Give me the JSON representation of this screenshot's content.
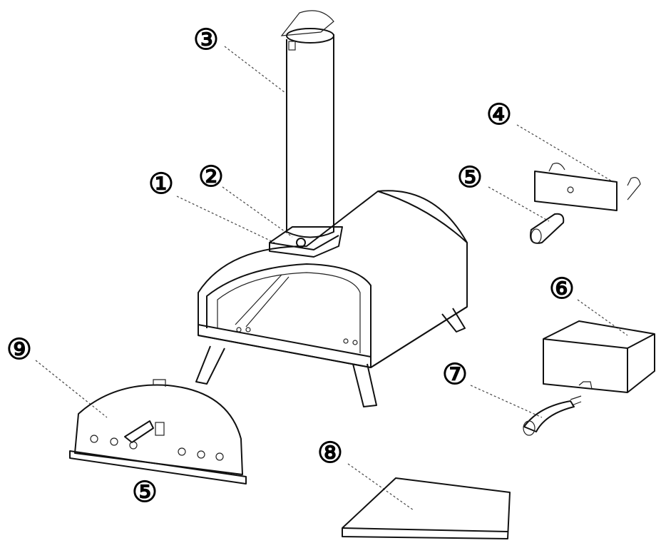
{
  "diagram": {
    "title": "Pizza oven exploded parts view",
    "callouts": {
      "c1": "①",
      "c2": "②",
      "c3": "③",
      "c4": "④",
      "c5a": "⑤",
      "c6": "⑥",
      "c7": "⑦",
      "c8": "⑧",
      "c9": "⑨",
      "c5b": "⑤"
    },
    "parts": [
      "oven-body",
      "chimney-base",
      "chimney",
      "handle-bracket",
      "handle",
      "fuel-tray",
      "burner",
      "pizza-stone",
      "door"
    ]
  }
}
